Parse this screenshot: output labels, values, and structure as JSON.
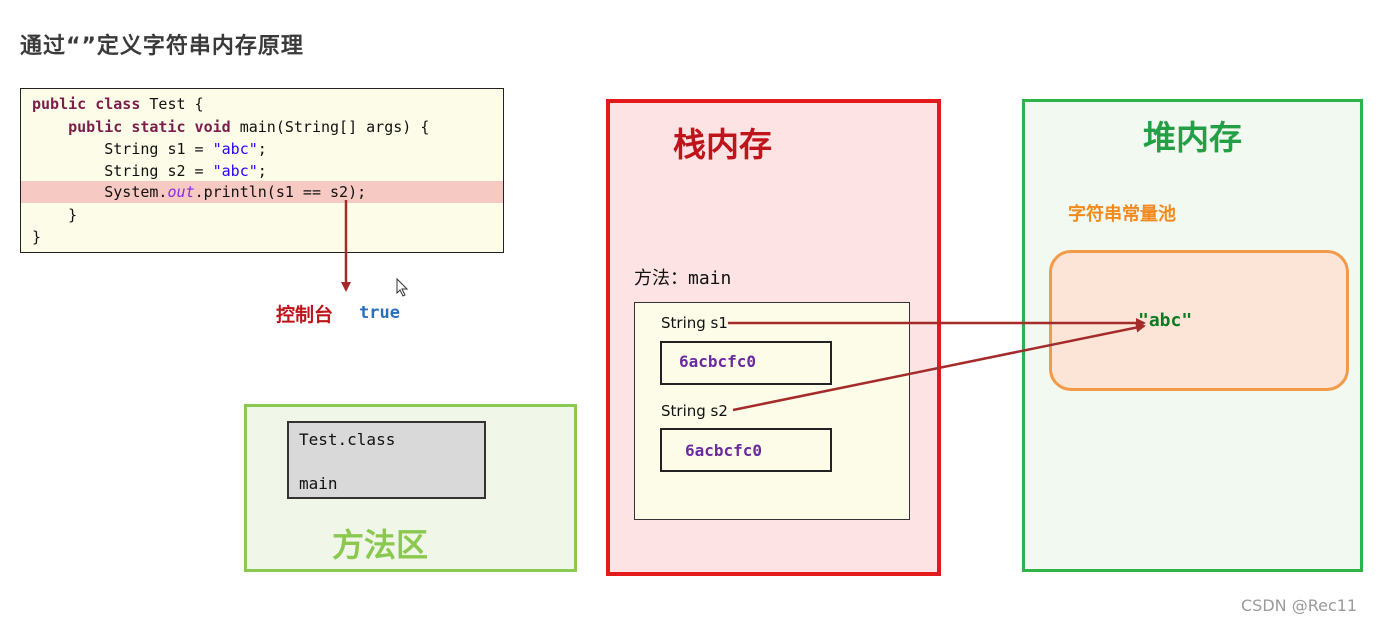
{
  "title": "通过“”定义字符串内存原理",
  "code": {
    "lines": [
      "public class Test {",
      "    public static void main(String[] args) {",
      "        String s1 = \"abc\";",
      "        String s2 = \"abc\";",
      "        System.out.println(s1 == s2);",
      "    }",
      "}"
    ],
    "highlighted_line": 4
  },
  "console": {
    "label": "控制台",
    "value": "true"
  },
  "method_area": {
    "label": "方法区",
    "class_box": {
      "class_name": "Test.class",
      "method": "main"
    }
  },
  "stack": {
    "label": "栈内存",
    "frame_label": "方法：",
    "frame_method": "main",
    "vars": [
      {
        "name": "String s1",
        "ref": "6acbcfc0"
      },
      {
        "name": "String s2",
        "ref": "6acbcfc0"
      }
    ]
  },
  "heap": {
    "label": "堆内存",
    "pool_label": "字符串常量池",
    "pool_value": "\"abc\""
  },
  "colors": {
    "stack_border": "#e31a1c",
    "heap_border": "#2db34a",
    "method_area_border": "#8bc84f",
    "pool_border": "#f29a4a",
    "arrow": "#a52a2a"
  },
  "watermark": "CSDN @Rec11"
}
